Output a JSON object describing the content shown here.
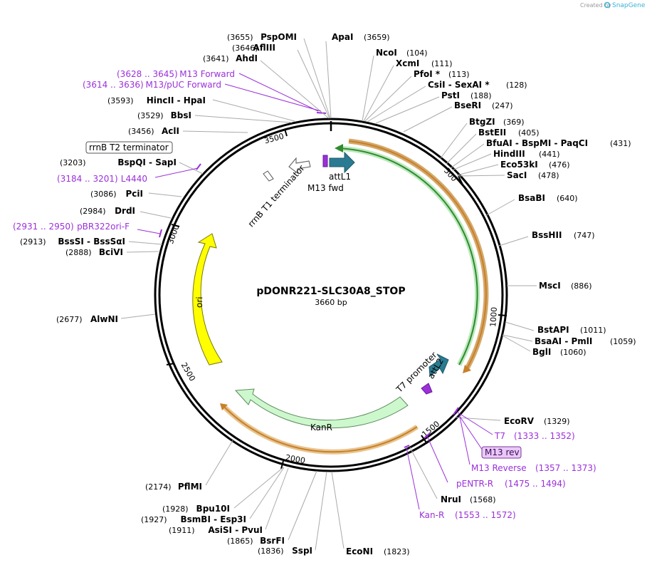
{
  "header": {
    "created_by": "Created by",
    "brand": "SnapGene"
  },
  "plasmid": {
    "name": "pDONR221-SLC30A8_STOP",
    "size_label": "3660 bp",
    "length": 3660
  },
  "ticks": [
    "500",
    "1000",
    "1500",
    "2000",
    "2500",
    "3000",
    "3500"
  ],
  "colors": {
    "backbone": "#000000",
    "primer": "#9b30d9",
    "ori": "#ffff00",
    "kanr": "#cdf7cd",
    "att": "#2a7b91",
    "gateway_cassette": "#2e8b2e",
    "orange_arc": "#c8802a",
    "promoter": "#ffffff"
  },
  "features": {
    "ori": "ori",
    "kanr": "KanR",
    "attL1": "attL1",
    "attL2": "attL2",
    "m13_fwd": "M13 fwd",
    "t7_promoter": "T7 promoter",
    "rrnb_t1": "rrnB T1 terminator",
    "rrnb_t2": "rrnB T2 terminator"
  },
  "sites_right": [
    {
      "pos": "(3659)",
      "name": "ApaI"
    },
    {
      "pos": "(104)",
      "name": "NcoI"
    },
    {
      "pos": "(111)",
      "name": "XcmI"
    },
    {
      "pos": "(113)",
      "name": "PfoI *"
    },
    {
      "pos": "(128)",
      "name": "CsiI - SexAI *"
    },
    {
      "pos": "(188)",
      "name": "PstI"
    },
    {
      "pos": "(247)",
      "name": "BseRI"
    },
    {
      "pos": "(369)",
      "name": "BtgZI"
    },
    {
      "pos": "(405)",
      "name": "BstEII"
    },
    {
      "pos": "(431)",
      "name": "BfuAI - BspMI - PaqCI"
    },
    {
      "pos": "(441)",
      "name": "HindIII"
    },
    {
      "pos": "(476)",
      "name": "Eco53kI"
    },
    {
      "pos": "(478)",
      "name": "SacI"
    },
    {
      "pos": "(640)",
      "name": "BsaBI"
    },
    {
      "pos": "(747)",
      "name": "BssHII"
    },
    {
      "pos": "(886)",
      "name": "MscI"
    },
    {
      "pos": "(1011)",
      "name": "BstAPI"
    },
    {
      "pos": "(1059)",
      "name": "BsaAI - PmlI"
    },
    {
      "pos": "(1060)",
      "name": "BglI"
    },
    {
      "pos": "(1329)",
      "name": "EcoRV"
    },
    {
      "pos": "(1568)",
      "name": "NruI"
    },
    {
      "pos": "(1823)",
      "name": "EcoNI"
    }
  ],
  "sites_left": [
    {
      "pos": "(3655)",
      "name": "PspOMI"
    },
    {
      "pos": "(3646)",
      "name": "AflIII"
    },
    {
      "pos": "(3641)",
      "name": "AhdI"
    },
    {
      "pos": "(3593)",
      "name": "HincII - HpaI"
    },
    {
      "pos": "(3529)",
      "name": "BbsI"
    },
    {
      "pos": "(3456)",
      "name": "AclI"
    },
    {
      "pos": "(3203)",
      "name": "BspQI - SapI"
    },
    {
      "pos": "(3086)",
      "name": "PciI"
    },
    {
      "pos": "(2984)",
      "name": "DrdI"
    },
    {
      "pos": "(2913)",
      "name": "BssSI - BssSαI"
    },
    {
      "pos": "(2888)",
      "name": "BciVI"
    },
    {
      "pos": "(2677)",
      "name": "AlwNI"
    },
    {
      "pos": "(2174)",
      "name": "PflMI"
    },
    {
      "pos": "(1928)",
      "name": "Bpu10I"
    },
    {
      "pos": "(1927)",
      "name": "BsmBI - Esp3I"
    },
    {
      "pos": "(1911)",
      "name": "AsiSI - PvuI"
    },
    {
      "pos": "(1865)",
      "name": "BsrFI"
    },
    {
      "pos": "(1836)",
      "name": "SspI"
    }
  ],
  "primers": [
    {
      "label": "M13 Forward",
      "range": "(3628 .. 3645)"
    },
    {
      "label": "M13/pUC Forward",
      "range": "(3614 .. 3636)"
    },
    {
      "label": "L4440",
      "range": "(3184 .. 3201)"
    },
    {
      "label": "pBR322ori-F",
      "range": "(2931 .. 2950)"
    },
    {
      "label": "T7",
      "range": "(1333 .. 1352)"
    },
    {
      "label": "M13 rev",
      "range": ""
    },
    {
      "label": "M13 Reverse",
      "range": "(1357 .. 1373)"
    },
    {
      "label": "pENTR-R",
      "range": "(1475 .. 1494)"
    },
    {
      "label": "Kan-R",
      "range": "(1553 .. 1572)"
    }
  ]
}
